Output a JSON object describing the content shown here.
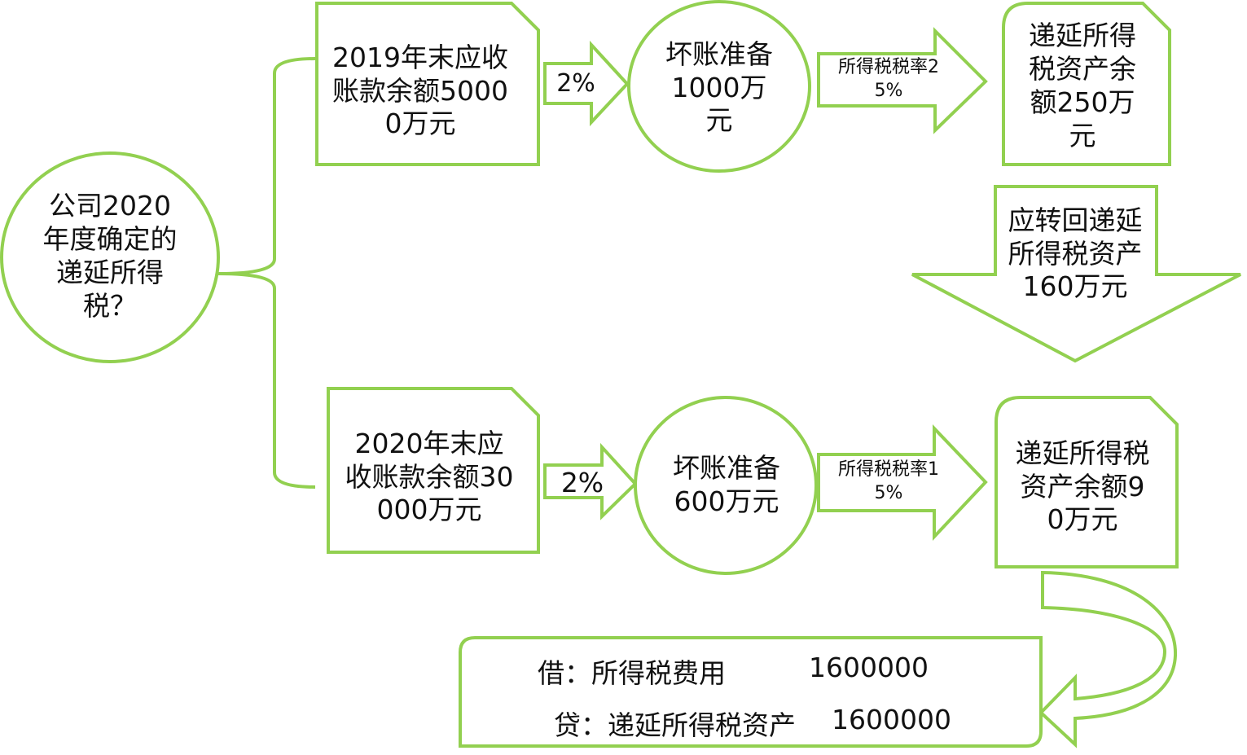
{
  "question": "公司2020年度确定的递延所得税？",
  "row1": {
    "receivable": "2019年末应收账款余额50000万元",
    "rate": "2%",
    "allowance": "坏账准备1000万元",
    "tax_rate": "所得税税率25%",
    "dta": "递延所得税资产余额250万元"
  },
  "reversal": "应转回递延所得税资产160万元",
  "row2": {
    "receivable": "2020年末应收账款余额30000万元",
    "rate": "2%",
    "allowance": "坏账准备600万元",
    "tax_rate": "所得税税率15%",
    "dta": "递延所得税资产余额90万元"
  },
  "journal": {
    "debit_label": "借：所得税费用",
    "debit_amount": "1600000",
    "credit_label": "贷：递延所得税资产",
    "credit_amount": "1600000"
  },
  "colors": {
    "stroke": "#92d050",
    "fill": "#ffffff",
    "text": "#111111"
  }
}
